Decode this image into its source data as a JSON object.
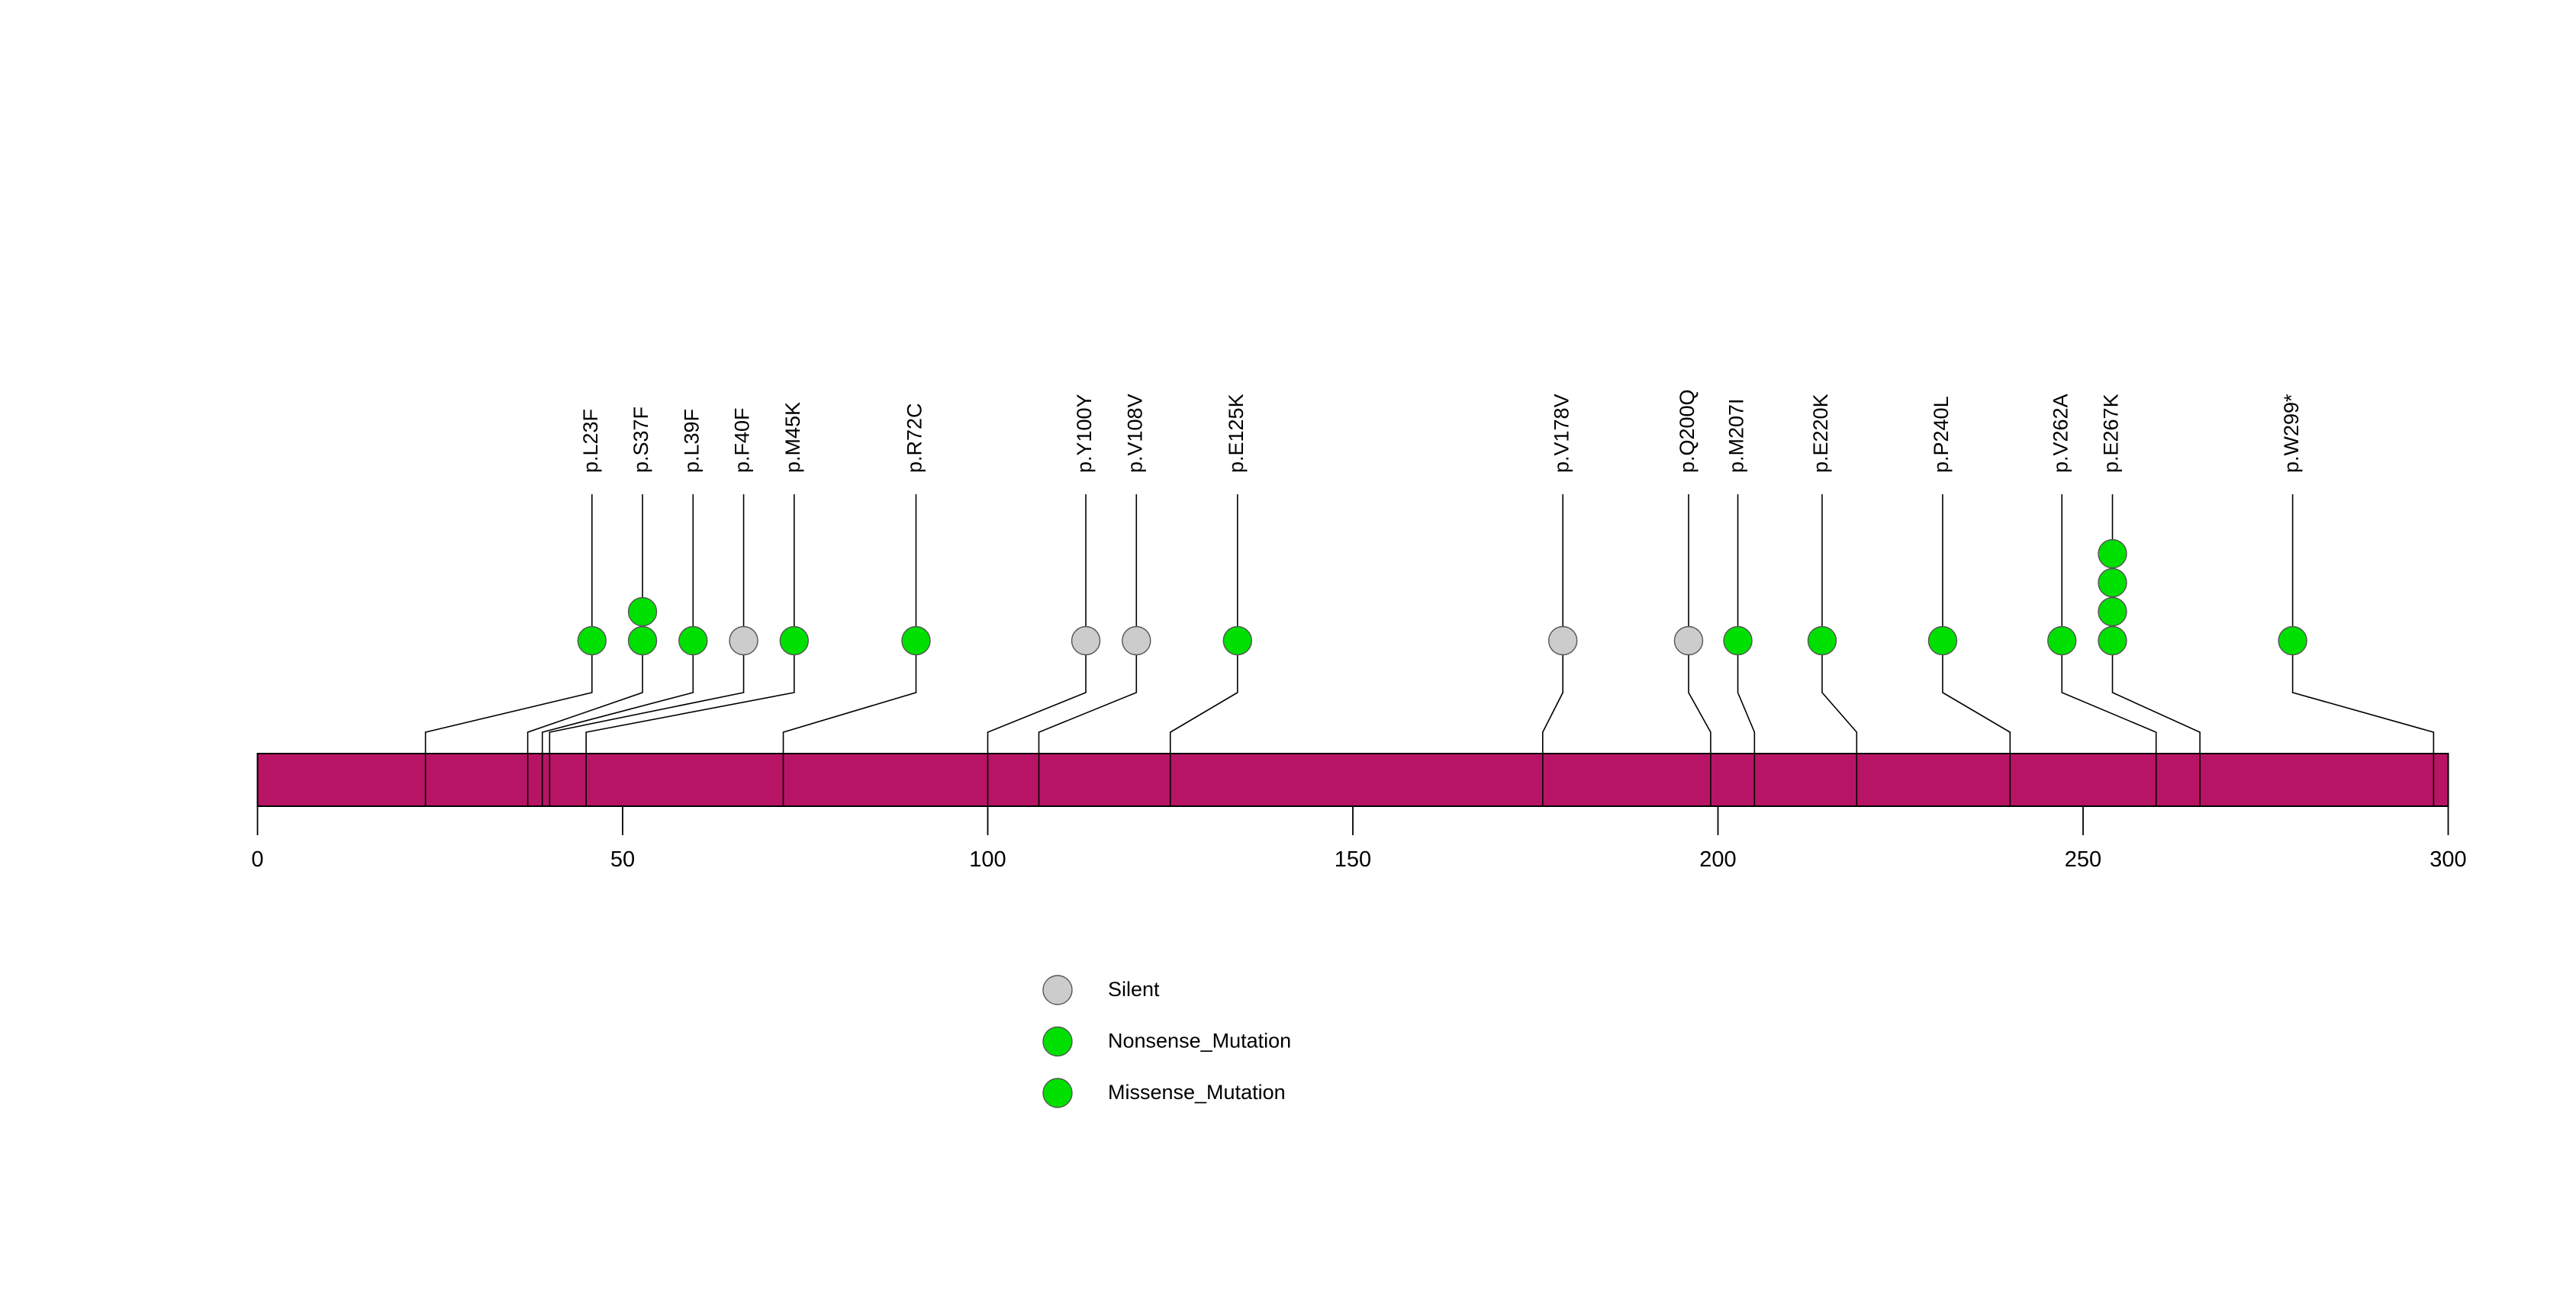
{
  "chart_data": {
    "type": "lollipop",
    "title": "",
    "xlabel": "",
    "ylabel": "",
    "xlim": [
      0,
      300
    ],
    "axis_ticks": [
      "0",
      "50",
      "100",
      "150",
      "200",
      "250",
      "300"
    ],
    "axis_tick_values": [
      0,
      50,
      100,
      150,
      200,
      250,
      300
    ],
    "protein_length": 300,
    "protein_bar_color": "#b81465",
    "grid": false,
    "legend_position": "bottom-center",
    "legend": [
      {
        "label": "Silent",
        "color": "#cccccc"
      },
      {
        "label": "Nonsense_Mutation",
        "color": "#00e000"
      },
      {
        "label": "Missense_Mutation",
        "color": "#00e000"
      }
    ],
    "mutations": [
      {
        "label": "p.L23F",
        "position": 23,
        "count": 1,
        "color": "#00e000",
        "type": "Missense_Mutation",
        "label_x": 258
      },
      {
        "label": "p.S37F",
        "position": 37,
        "count": 2,
        "color": "#00e000",
        "type": "Missense_Mutation",
        "label_x": 297
      },
      {
        "label": "p.L39F",
        "position": 39,
        "count": 1,
        "color": "#00e000",
        "type": "Missense_Mutation",
        "label_x": 336
      },
      {
        "label": "p.F40F",
        "position": 40,
        "count": 1,
        "color": "#cccccc",
        "type": "Silent",
        "label_x": 375
      },
      {
        "label": "p.M45K",
        "position": 45,
        "count": 1,
        "color": "#00e000",
        "type": "Missense_Mutation",
        "label_x": 414
      },
      {
        "label": "p.R72C",
        "position": 72,
        "count": 1,
        "color": "#00e000",
        "type": "Missense_Mutation",
        "label_x": 508
      },
      {
        "label": "p.Y100Y",
        "position": 100,
        "count": 1,
        "color": "#cccccc",
        "type": "Silent",
        "label_x": 639
      },
      {
        "label": "p.V108V",
        "position": 107,
        "count": 1,
        "color": "#cccccc",
        "type": "Silent",
        "label_x": 678
      },
      {
        "label": "p.E125K",
        "position": 125,
        "count": 1,
        "color": "#00e000",
        "type": "Missense_Mutation",
        "label_x": 756
      },
      {
        "label": "p.V178V",
        "position": 176,
        "count": 1,
        "color": "#cccccc",
        "type": "Silent",
        "label_x": 1007
      },
      {
        "label": "p.Q200Q",
        "position": 199,
        "count": 1,
        "color": "#cccccc",
        "type": "Silent",
        "label_x": 1104
      },
      {
        "label": "p.M207I",
        "position": 205,
        "count": 1,
        "color": "#00e000",
        "type": "Missense_Mutation",
        "label_x": 1142
      },
      {
        "label": "p.E220K",
        "position": 219,
        "count": 1,
        "color": "#00e000",
        "type": "Missense_Mutation",
        "label_x": 1207
      },
      {
        "label": "p.P240L",
        "position": 240,
        "count": 1,
        "color": "#00e000",
        "type": "Missense_Mutation",
        "label_x": 1300
      },
      {
        "label": "p.V262A",
        "position": 260,
        "count": 1,
        "color": "#00e000",
        "type": "Missense_Mutation",
        "label_x": 1392
      },
      {
        "label": "p.E267K",
        "position": 266,
        "count": 4,
        "color": "#00e000",
        "type": "Missense_Mutation",
        "label_x": 1431
      },
      {
        "label": "p.W299*",
        "position": 298,
        "count": 1,
        "color": "#00e000",
        "type": "Missense_Mutation",
        "label_x": 1570
      }
    ]
  },
  "axis": {
    "ticks": [
      {
        "label": "0",
        "value": 0
      },
      {
        "label": "50",
        "value": 50
      },
      {
        "label": "100",
        "value": 100
      },
      {
        "label": "150",
        "value": 150
      },
      {
        "label": "200",
        "value": 200
      },
      {
        "label": "250",
        "value": 250
      },
      {
        "label": "300",
        "value": 300
      }
    ]
  },
  "legend": {
    "items": [
      {
        "label": "Silent",
        "color": "#cccccc"
      },
      {
        "label": "Nonsense_Mutation",
        "color": "#00e000"
      },
      {
        "label": "Missense_Mutation",
        "color": "#00e000"
      }
    ]
  },
  "colors": {
    "protein_bar": "#b81465",
    "silent": "#cccccc",
    "mutation_green": "#00e000",
    "stroke": "#000000",
    "dot_outline": "#555555",
    "background": "#ffffff"
  }
}
